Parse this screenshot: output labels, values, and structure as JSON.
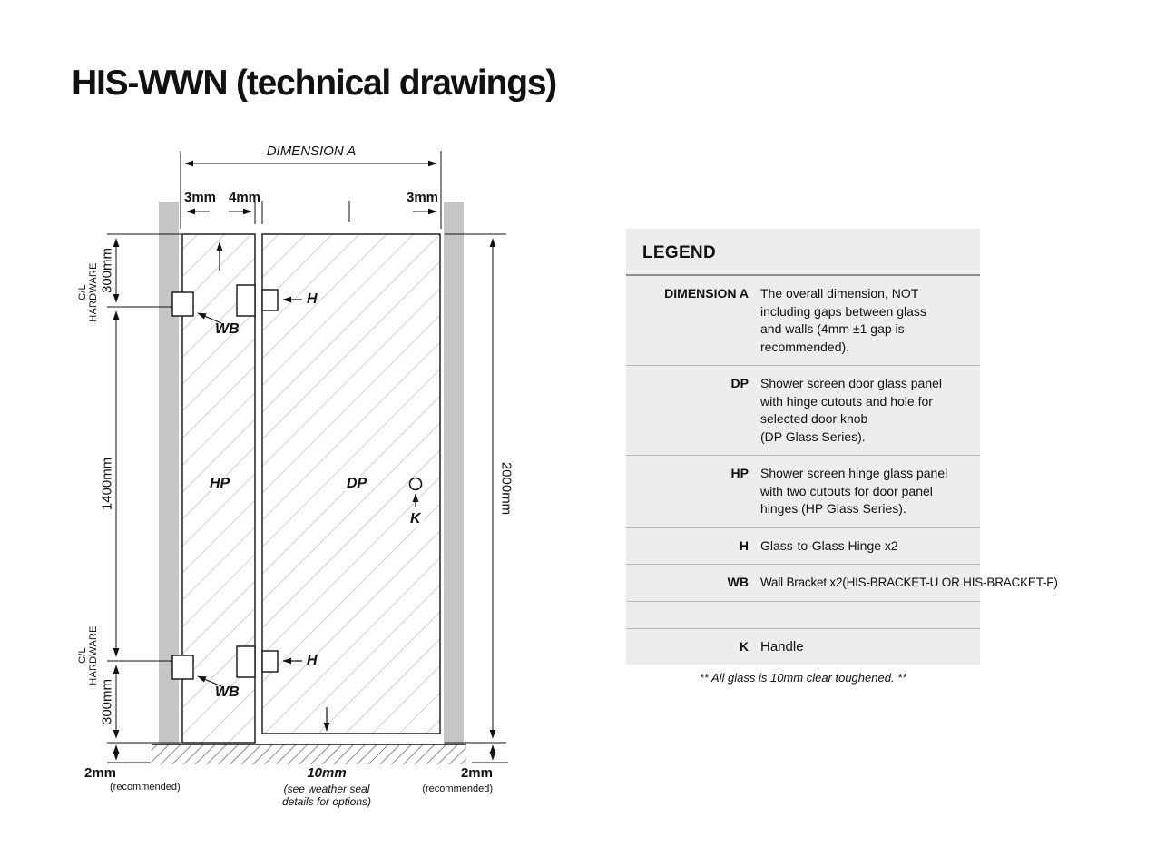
{
  "title": "HIS-WWN (technical drawings)",
  "drawing": {
    "dimension_a": "DIMENSION A",
    "gap_left": "3mm",
    "gap_middle": "4mm",
    "gap_right": "3mm",
    "cl_hardware_top": "C/L\nHARDWARE",
    "cl_hardware_bottom": "C/L\nHARDWARE",
    "dim_top_300": "300mm",
    "dim_mid_1400": "1400mm",
    "dim_bottom_300": "300mm",
    "dim_height_2000": "2000mm",
    "hinge_panel": "HP",
    "door_panel": "DP",
    "hinge_top": "H",
    "hinge_bottom": "H",
    "wall_bracket_top": "WB",
    "wall_bracket_bottom": "WB",
    "handle": "K",
    "floor_gap_left": "2mm",
    "floor_gap_left_note": "(recommended)",
    "floor_gap_center": "10mm",
    "floor_gap_center_note": "(see weather seal\ndetails for options)",
    "floor_gap_right": "2mm",
    "floor_gap_right_note": "(recommended)"
  },
  "legend": {
    "title": "LEGEND",
    "rows": [
      {
        "term": "DIMENSION A",
        "description": "The overall dimension, NOT\nincluding gaps between glass\nand walls (4mm ±1 gap is\nrecommended)."
      },
      {
        "term": "DP",
        "description": "Shower screen door glass panel\nwith hinge cutouts and hole for\nselected door knob\n(DP Glass Series)."
      },
      {
        "term": "HP",
        "description": "Shower screen hinge glass panel\nwith two cutouts for door panel\nhinges (HP Glass Series)."
      },
      {
        "term": "H",
        "description": "Glass-to-Glass Hinge x2"
      },
      {
        "term": "WB",
        "description": "Wall Bracket x2(HIS-BRACKET-U OR HIS-BRACKET-F)"
      },
      {
        "term": "K",
        "description": "Handle"
      }
    ],
    "footnote": "** All glass is 10mm clear toughened. **"
  },
  "colors": {
    "line": "#111111",
    "wall_gray": "#c6c6c6",
    "hatch_light": "#cfcfcf",
    "legend_bg": "#ededed"
  }
}
